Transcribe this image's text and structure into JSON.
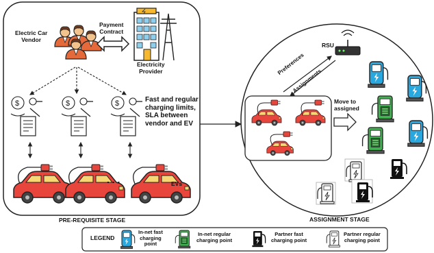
{
  "prereq": {
    "vendor": "Electric Car\nVendor",
    "payment": "Payment\nContract",
    "provider": "Electricity\nProvider",
    "limits": "Fast and regular\ncharging limits,\nSLA between\nvendor and EV",
    "dots": ". . .",
    "evs": "EVs",
    "stage": "PRE-REQUISITE STAGE"
  },
  "assign": {
    "rsu": "RSU",
    "preferences": "Preferences",
    "assignments": "Assignments",
    "move": "Move to\nassigned",
    "stage": "ASSIGNMENT STAGE"
  },
  "legend": {
    "title": "LEGEND",
    "items": [
      {
        "label": "In-net fast\ncharging\npoint"
      },
      {
        "label": "In-net regular\ncharging point"
      },
      {
        "label": "Partner fast\ncharging point"
      },
      {
        "label": "Partner regular\ncharging point"
      }
    ]
  }
}
